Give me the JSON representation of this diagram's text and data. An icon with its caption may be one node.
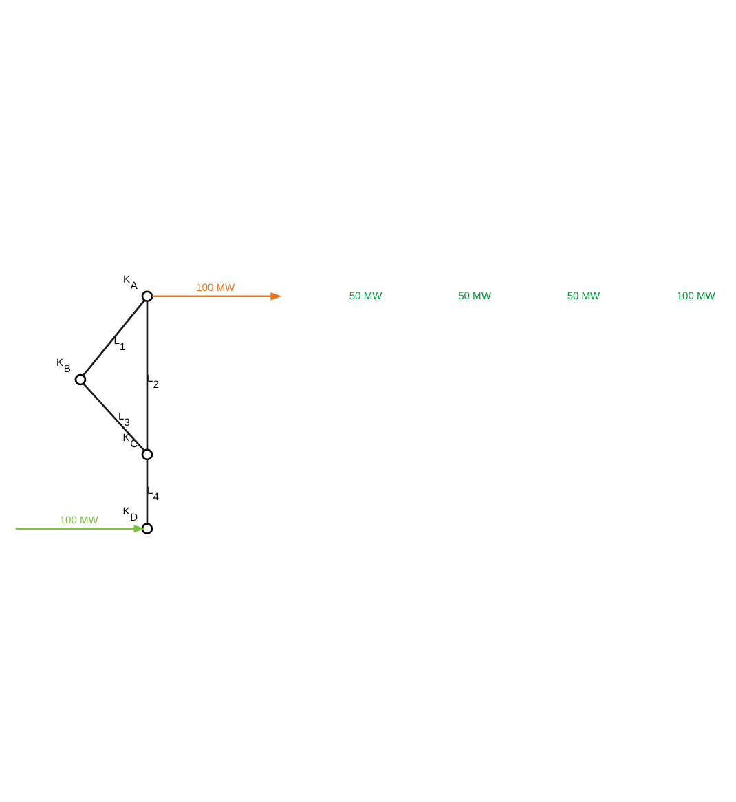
{
  "diagram": {
    "nodes": [
      {
        "text": [],
        "shape": "circle",
        "beside": [
          "K$_{A}$"
        ]
      },
      {
        "text": [],
        "shape": "circle",
        "beside": [
          "K$_{B}$"
        ]
      },
      {
        "text": [],
        "shape": "circle",
        "beside": [
          "K$_{C}$"
        ]
      },
      {
        "text": [],
        "shape": "circle",
        "beside": [
          "K$_{D}$"
        ]
      }
    ],
    "edges": [
      {
        "from": 0,
        "to": null,
        "arrow": "to",
        "label": "100 MW",
        "color": "#e87722"
      },
      {
        "from": 0,
        "to": 1,
        "arrow": "none",
        "label": "L$_{1}$"
      },
      {
        "from": 0,
        "to": 2,
        "arrow": "none",
        "label": "L$_{2}$"
      },
      {
        "from": 1,
        "to": 2,
        "arrow": "none",
        "label": "L$_{3}$"
      },
      {
        "from": 2,
        "to": 3,
        "arrow": "none",
        "label": "L$_{4}$"
      },
      {
        "from": null,
        "to": 3,
        "arrow": "to",
        "label": "100 MW",
        "color": "#7dc242"
      }
    ],
    "labels": [
      "50 MW",
      "50 MW",
      "50 MW",
      "100 MW"
    ]
  }
}
